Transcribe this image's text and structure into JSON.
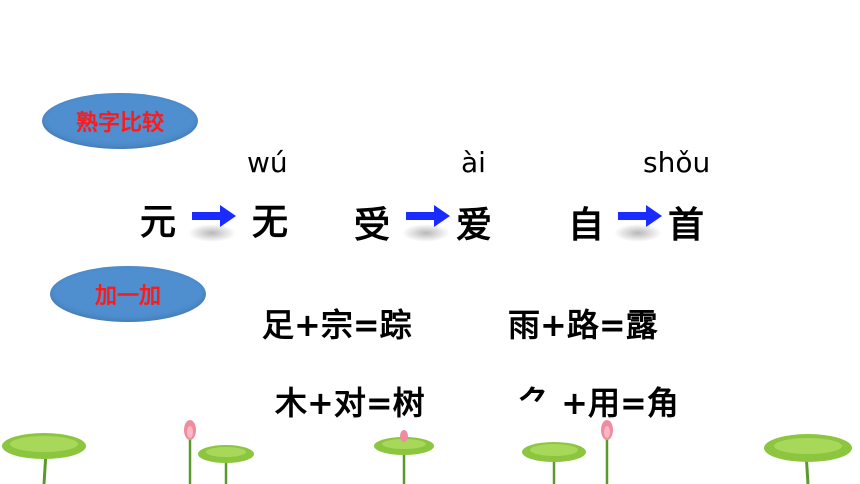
{
  "sections": {
    "compare_label": "熟字比较",
    "add_label": "加一加"
  },
  "compare_pairs": [
    {
      "from": "元",
      "to": "无",
      "pinyin": "wú"
    },
    {
      "from": "受",
      "to": "爱",
      "pinyin": "ài"
    },
    {
      "from": "自",
      "to": "首",
      "pinyin": "shǒu"
    }
  ],
  "equations": [
    "足+宗=踪",
    "雨+路=露",
    "木+对=树",
    "⺈ +用=角"
  ],
  "colors": {
    "oval": "#4f8fd0",
    "label_text": "#ff1a1a",
    "arrow": "#1a2bff",
    "leaf": "#7fbf3a",
    "bud": "#f08ca0"
  },
  "decorations": [
    "lotus-leaf-left",
    "lotus-bud-1",
    "lotus-leaf-center",
    "lotus-bud-2",
    "lotus-leaf-right"
  ]
}
